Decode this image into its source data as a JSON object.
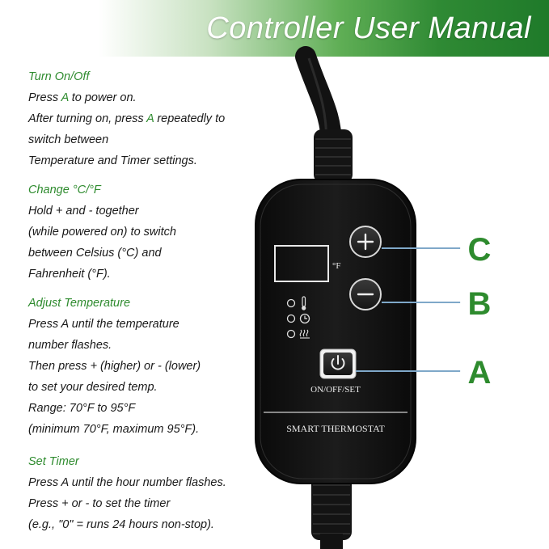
{
  "banner": {
    "title": "Controller User Manual"
  },
  "colors": {
    "accent": "#2e8b2e",
    "text": "#1a1a1a",
    "device": "#151515"
  },
  "sections": {
    "power": {
      "heading": "Turn On/Off",
      "line1_pre": "Press ",
      "line1_key": "A",
      "line1_post": " to power on.",
      "line2_pre": "After turning on, press ",
      "line2_key": "A",
      "line2_post": " repeatedly to",
      "line3": "switch between",
      "line4": "Temperature and Timer settings."
    },
    "units": {
      "heading": "Change °C/°F",
      "lines": [
        "Hold + and - together",
        "(while powered on) to switch",
        "between Celsius (°C) and",
        "Fahrenheit (°F)."
      ]
    },
    "temperature": {
      "heading": "Adjust Temperature",
      "lines": [
        "Press A until the temperature",
        "number flashes.",
        "Then press + (higher) or - (lower)",
        "to set your desired temp.",
        "Range: 70°F to 95°F",
        "(minimum 70°F, maximum 95°F)."
      ]
    },
    "timer": {
      "heading": "Set Timer",
      "lines": [
        "Press A until the hour number flashes.",
        "Press + or - to set the timer",
        "(e.g., \"0\" = runs 24 hours non-stop)."
      ]
    }
  },
  "device": {
    "unit_label": "°F",
    "power_label": "ON/OFF/SET",
    "brand_label": "SMART THERMOSTAT",
    "callouts": {
      "plus": "C",
      "minus": "B",
      "power": "A"
    },
    "icons": [
      "thermometer-icon",
      "clock-icon",
      "heat-icon",
      "plus-icon",
      "minus-icon",
      "power-icon"
    ]
  }
}
